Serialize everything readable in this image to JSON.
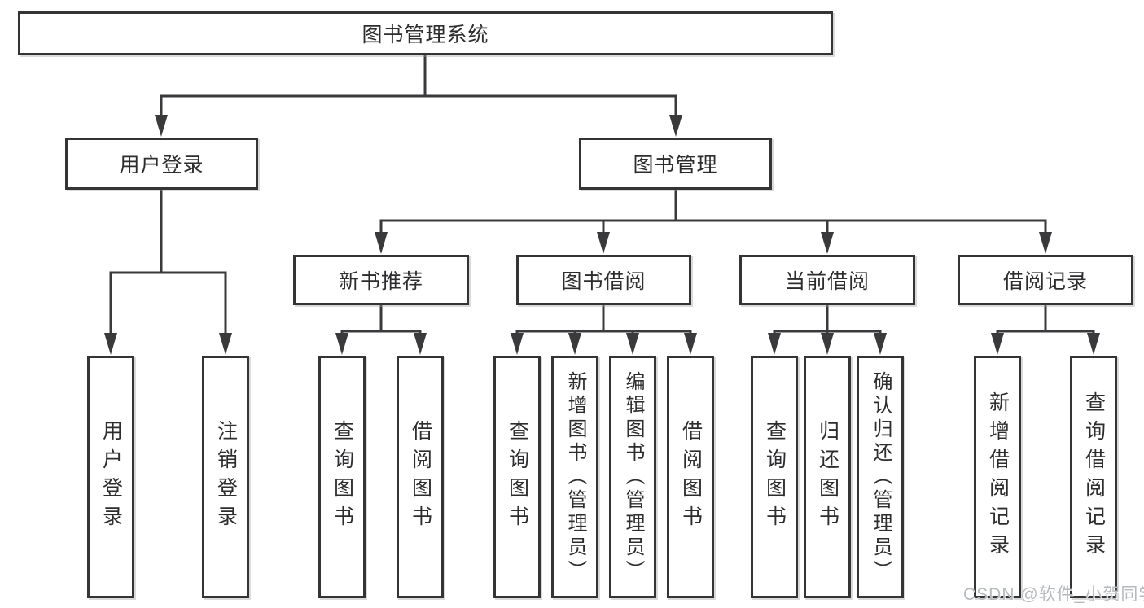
{
  "tree": {
    "label": "图书管理系统",
    "children": [
      {
        "label": "用户登录",
        "children": [
          {
            "label": "用户登录"
          },
          {
            "label": "注销登录"
          }
        ]
      },
      {
        "label": "图书管理",
        "children": [
          {
            "label": "新书推荐",
            "children": [
              {
                "label": "查询图书"
              },
              {
                "label": "借阅图书"
              }
            ]
          },
          {
            "label": "图书借阅",
            "children": [
              {
                "label": "查询图书"
              },
              {
                "label": "新增图书（管理员）"
              },
              {
                "label": "编辑图书（管理员）"
              },
              {
                "label": "借阅图书"
              }
            ]
          },
          {
            "label": "当前借阅",
            "children": [
              {
                "label": "查询图书"
              },
              {
                "label": "归还图书"
              },
              {
                "label": "确认归还（管理员）"
              }
            ]
          },
          {
            "label": "借阅记录",
            "children": [
              {
                "label": "新增借阅记录"
              },
              {
                "label": "查询借阅记录"
              }
            ]
          }
        ]
      }
    ]
  },
  "watermark": {
    "text": "CSDN @软件_小贺同学"
  },
  "colors": {
    "line": "#3a3a3c",
    "box_border": "#343436",
    "text": "#2d2d2f",
    "background": "#ffffff",
    "watermark": "#b6babd"
  }
}
